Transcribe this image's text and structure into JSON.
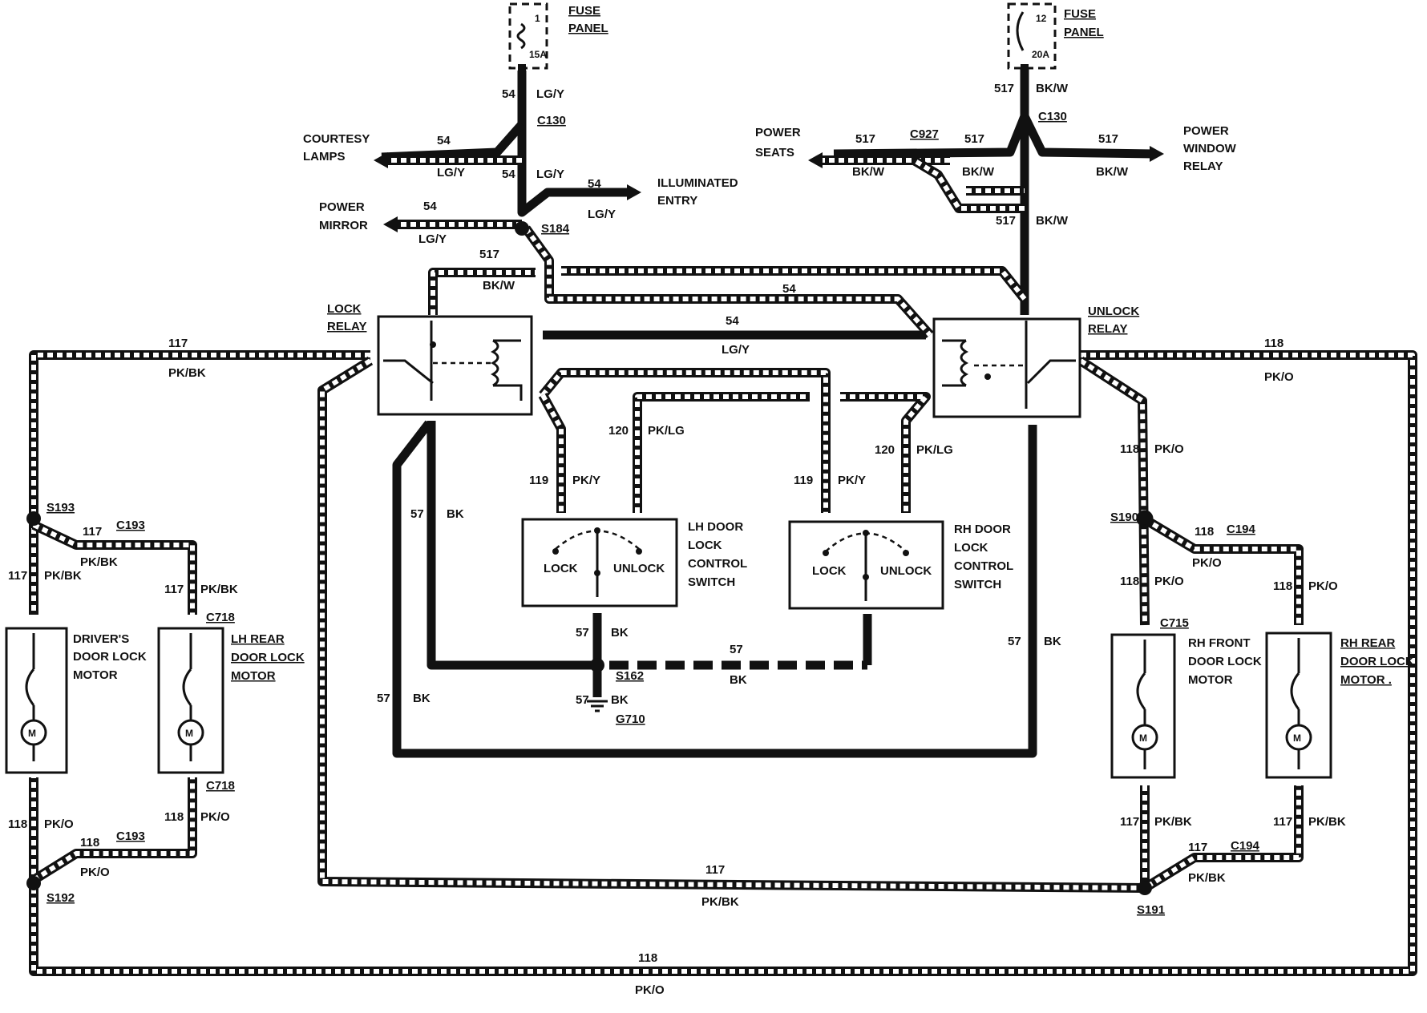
{
  "labels": {
    "fuse1": [
      "FUSE",
      "PANEL"
    ],
    "fuse1_num": "1",
    "fuse1_amp": "15A",
    "fuse2": [
      "FUSE",
      "PANEL"
    ],
    "fuse2_num": "12",
    "fuse2_amp": "20A",
    "courtesy": [
      "COURTESY",
      "LAMPS"
    ],
    "illuminated": [
      "ILLUMINATED",
      "ENTRY"
    ],
    "power_mirror": [
      "POWER",
      "MIRROR"
    ],
    "power_seats": [
      "POWER",
      "SEATS"
    ],
    "power_window": [
      "POWER",
      "WINDOW",
      "RELAY"
    ],
    "lock_relay": [
      "LOCK",
      "RELAY"
    ],
    "unlock_relay": [
      "UNLOCK",
      "RELAY"
    ],
    "lh_switch": [
      "LH DOOR",
      "LOCK",
      "CONTROL",
      "SWITCH"
    ],
    "rh_switch": [
      "RH DOOR",
      "LOCK",
      "CONTROL",
      "SWITCH"
    ],
    "switch_lock": "LOCK",
    "switch_unlock": "UNLOCK",
    "driver_motor": [
      "DRIVER'S",
      "DOOR LOCK",
      "MOTOR"
    ],
    "lh_rear_motor": [
      "LH REAR",
      "DOOR LOCK",
      "MOTOR"
    ],
    "rh_front_motor": [
      "RH FRONT",
      "DOOR LOCK",
      "MOTOR"
    ],
    "rh_rear_motor": [
      "RH REAR",
      "DOOR LOCK",
      "MOTOR ."
    ],
    "motor_symbol": "M"
  },
  "connectors": {
    "c130a": "C130",
    "c130b": "C130",
    "c927": "C927",
    "s184": "S184",
    "s193": "S193",
    "c193a": "C193",
    "c193b": "C193",
    "c718a": "C718",
    "c718b": "C718",
    "s192": "S192",
    "s162": "S162",
    "g710": "G710",
    "s190": "S190",
    "c194a": "C194",
    "c194b": "C194",
    "c715": "C715",
    "s191": "S191"
  },
  "wires": {
    "w54_fuse": [
      "54",
      "LG/Y"
    ],
    "w54_courtesy": [
      "54",
      "LG/Y"
    ],
    "w54_down": [
      "54",
      "LG/Y"
    ],
    "w54_illum": [
      "54",
      "LG/Y"
    ],
    "w54_mirror": [
      "54",
      "LG/Y"
    ],
    "w54_relay": [
      "54",
      "LG/Y"
    ],
    "w54_long": "54",
    "w517_fuse": [
      "517",
      "BK/W"
    ],
    "w517_seats": [
      "517",
      "BK/W"
    ],
    "w517_mid": [
      "517",
      "BK/W"
    ],
    "w517_window": [
      "517",
      "BK/W"
    ],
    "w517_down": [
      "517",
      "BK/W"
    ],
    "w517_lock": [
      "517",
      "BK/W"
    ],
    "w117_top": [
      "117",
      "PK/BK"
    ],
    "w118_top": [
      "118",
      "PK/O"
    ],
    "w120_lh": [
      "120",
      "PK/LG"
    ],
    "w120_rh": [
      "120",
      "PK/LG"
    ],
    "w119_lh": [
      "119",
      "PK/Y"
    ],
    "w119_rh": [
      "119",
      "PK/Y"
    ],
    "w57_left": [
      "57",
      "BK"
    ],
    "w57_sw": [
      "57",
      "BK"
    ],
    "w57_mid": [
      "57",
      "BK"
    ],
    "w57_gnd": [
      "57",
      "BK"
    ],
    "w57_outer": [
      "57",
      "BK"
    ],
    "w57_right": [
      "57",
      "BK"
    ],
    "w117_s193": "117",
    "w117_c193": "PK/BK",
    "w117_driver": [
      "117",
      "PK/BK"
    ],
    "w117_lhrear": [
      "117",
      "PK/BK"
    ],
    "w118_driver": [
      "118",
      "PK/O"
    ],
    "w118_lhrear": [
      "118",
      "PK/O"
    ],
    "w118_c193": [
      "118",
      "PK/O"
    ],
    "w118_s190": [
      "118",
      "PK/O"
    ],
    "w118_rhfront": [
      "118",
      "PK/O"
    ],
    "w118_c194": [
      "118",
      "PK/O"
    ],
    "w118_rhrear": [
      "118",
      "PK/O"
    ],
    "w117_rhfront": [
      "117",
      "PK/BK"
    ],
    "w117_rhrear": [
      "117",
      "PK/BK"
    ],
    "w117_c194": [
      "117",
      "PK/BK"
    ],
    "w117_bottom": [
      "117",
      "PK/BK"
    ],
    "w118_bottom": [
      "118",
      "PK/O"
    ]
  }
}
